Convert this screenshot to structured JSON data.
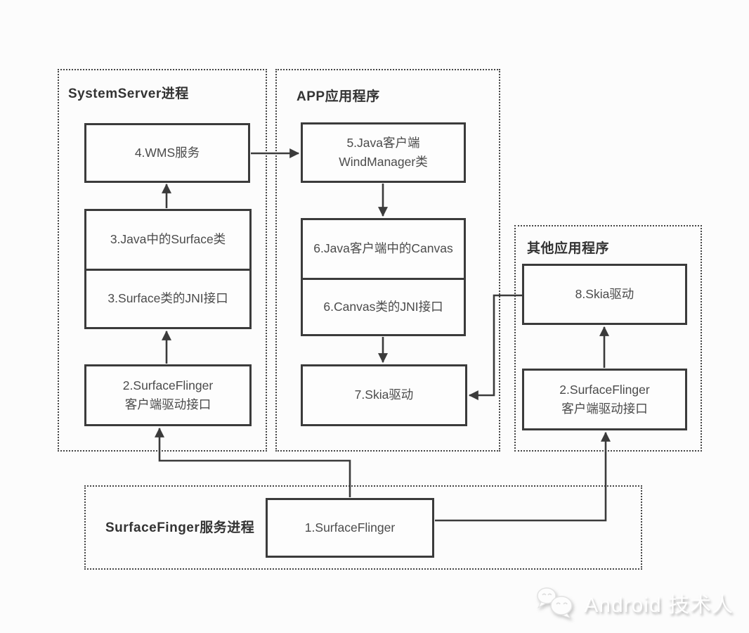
{
  "diagram": {
    "containers": {
      "systemserver": {
        "title": "SystemServer进程"
      },
      "app": {
        "title": "APP应用程序"
      },
      "other": {
        "title": "其他应用程序"
      },
      "surfacefinger": {
        "title": "SurfaceFinger服务进程"
      }
    },
    "nodes": {
      "wms": {
        "label": "4.WMS服务"
      },
      "java_surface": {
        "label": "3.Java中的Surface类"
      },
      "surface_jni": {
        "label": "3.Surface类的JNI接口"
      },
      "sf_client_left": {
        "label": "2.SurfaceFlinger\n客户端驱动接口"
      },
      "java_windmanager": {
        "label": "5.Java客户端\nWindManager类"
      },
      "java_canvas": {
        "label": "6.Java客户端中的Canvas"
      },
      "canvas_jni": {
        "label": "6.Canvas类的JNI接口"
      },
      "skia_7": {
        "label": "7.Skia驱动"
      },
      "skia_8": {
        "label": "8.Skia驱动"
      },
      "sf_client_right": {
        "label": "2.SurfaceFlinger\n客户端驱动接口"
      },
      "surfaceflinger_1": {
        "label": "1.SurfaceFlinger"
      }
    },
    "watermark": {
      "text": "Android 技术人"
    },
    "colors": {
      "line": "#3b3b3b",
      "box_text": "#4b4b4b",
      "background": "#fcfcfc"
    }
  }
}
